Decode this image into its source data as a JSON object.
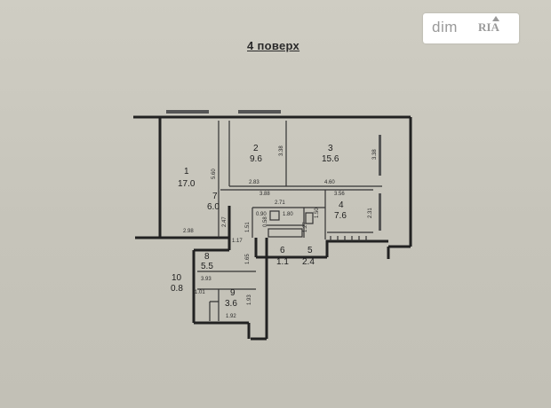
{
  "plan": {
    "title": "4 поверх",
    "watermark": {
      "brand_text": "dim",
      "logo_text": "RIA",
      "icon": "ria-logo-icon"
    },
    "rooms": [
      {
        "number": "1",
        "area": "17.0"
      },
      {
        "number": "2",
        "area": "9.6"
      },
      {
        "number": "3",
        "area": "15.6"
      },
      {
        "number": "4",
        "area": "7.6"
      },
      {
        "number": "5",
        "area": "2.4"
      },
      {
        "number": "6",
        "area": "1.1"
      },
      {
        "number": "7",
        "area": "6.0"
      },
      {
        "number": "8",
        "area": "5.5"
      },
      {
        "number": "9",
        "area": "3.6"
      },
      {
        "number": "10",
        "area": "0.8"
      }
    ],
    "dimensions": {
      "d_r1_width": "2.98",
      "d_r1_depth": "5.60",
      "d_r2_width": "2.83",
      "d_r2_depth": "3.38",
      "d_r3_width": "4.60",
      "d_r3_depth": "3.38",
      "d_r7_width": "3.88",
      "d_r7_depth": "2.47",
      "d_r4_width": "3.56",
      "d_r4_depth": "2.31",
      "d_kitchen_a": "2.71",
      "d_kitchen_b": "1.80",
      "d_kitchen_c": "1.27",
      "d_bath_a": "0.90",
      "d_bath_b": "1.50",
      "d_bath_c": "0.58",
      "d_corr_a": "1.51",
      "d_corr_b": "1.17",
      "d_r8_width": "3.93",
      "d_r8_side": "1.65",
      "d_r9_width": "1.92",
      "d_r9_depth": "1.93",
      "d_r10_width": "1.01"
    }
  }
}
